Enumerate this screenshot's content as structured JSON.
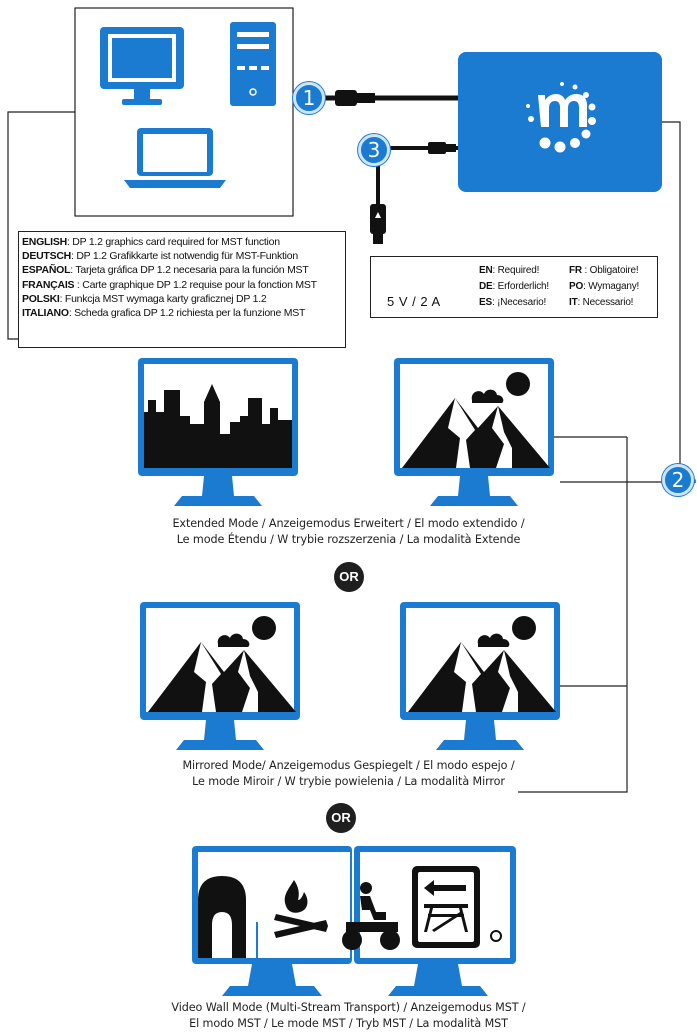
{
  "badges": {
    "step1": "1",
    "step2": "2",
    "step3": "3",
    "or1": "OR",
    "or2": "OR"
  },
  "languages": [
    {
      "code": "ENGLISH",
      "text": ": DP 1.2 graphics card required for MST function"
    },
    {
      "code": "DEUTSCH",
      "text": ": DP 1.2 Grafikkarte ist notwendig für MST-Funktion"
    },
    {
      "code": "ESPAÑOL",
      "text": ": Tarjeta gráfica DP 1.2 necesaria para la función MST"
    },
    {
      "code": "FRANÇAIS",
      "text": " : Carte graphique DP 1.2 requise pour la fonction MST"
    },
    {
      "code": "POLSKI",
      "text": ": Funkcja MST wymaga karty graficznej DP 1.2"
    },
    {
      "code": "ITALIANO",
      "text": ": Scheda grafica DP 1.2 richiesta per la funzione MST"
    }
  ],
  "power": {
    "label": "5 V / 2 A",
    "icon": "lightning-icon",
    "required": [
      {
        "code": "EN",
        "text": ": Required!"
      },
      {
        "code": "FR",
        "text": " : Obligatoire!"
      },
      {
        "code": "DE",
        "text": ": Erforderlich!"
      },
      {
        "code": "PO",
        "text": ": Wymagany!"
      },
      {
        "code": "ES",
        "text": ": ¡Necesario!"
      },
      {
        "code": "IT",
        "text": ": Necessario!"
      }
    ]
  },
  "modes": {
    "extended": {
      "line1": "Extended Mode / Anzeigemodus Erweitert / El modo extendido /",
      "line2": "Le mode Étendu / W trybie rozszerzenia / La modalità Extende"
    },
    "mirrored": {
      "line1": "Mirrored Mode/ Anzeigemodus Gespiegelt / El modo espejo /",
      "line2": "Le mode Miroir / W trybie powielenia / La modalità Mirror"
    },
    "videowall": {
      "line1": "Video Wall Mode (Multi-Stream Transport) / Anzeigemodus MST /",
      "line2": "El modo MST / Le mode MST / Tryb MST / La modalità MST"
    }
  },
  "colors": {
    "accent": "#1a7bd0",
    "dark": "#1f1f1f"
  }
}
